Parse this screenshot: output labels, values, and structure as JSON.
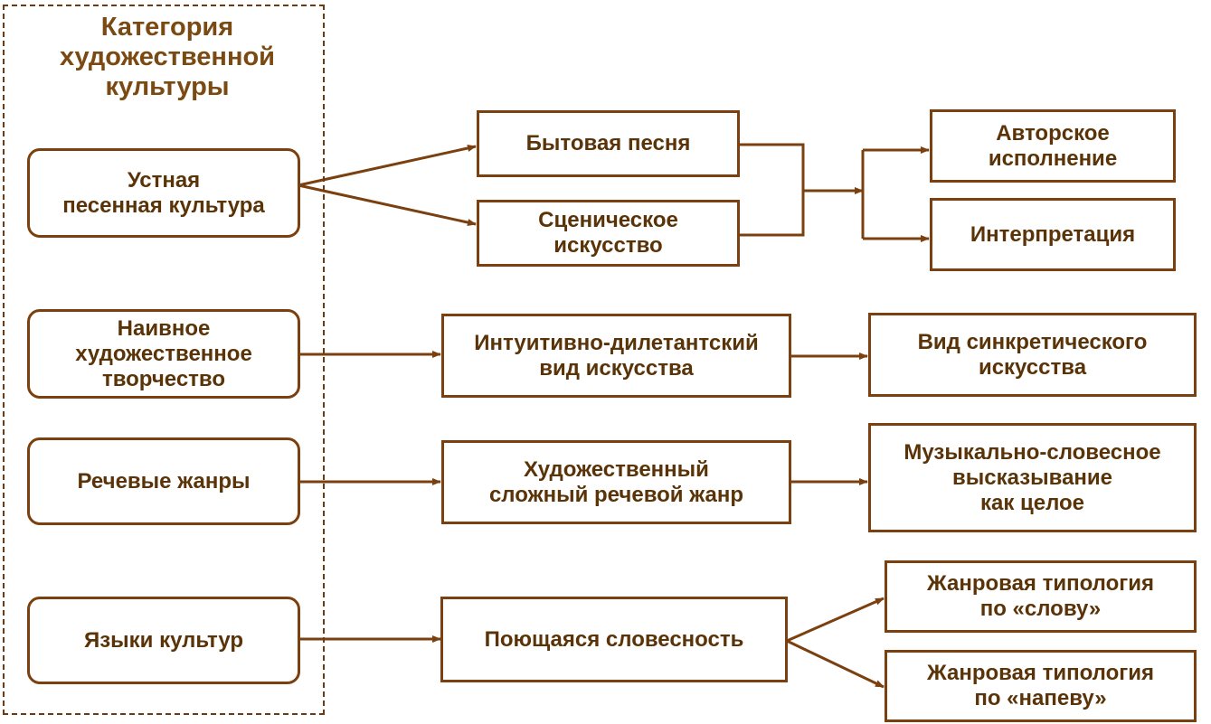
{
  "category_title": "Категория\nхудожественной\nкультуры",
  "left": {
    "oral": "Устная\nпесенная культура",
    "naive": "Наивное\nхудожественное\nтворчество",
    "speech": "Речевые жанры",
    "languages": "Языки культур"
  },
  "middle": {
    "everyday_song": "Бытовая песня",
    "stage_art": "Сценическое\nискусство",
    "intuitive": "Интуитивно-дилетантский\nвид искусства",
    "artistic_genre": "Художественный\nсложный речевой жанр",
    "singing_verbal": "Поющаяся словесность"
  },
  "right": {
    "author_performance": "Авторское\nисполнение",
    "interpretation": "Интерпретация",
    "syncretic": "Вид синкретического\nискусства",
    "musical_verbal": "Музыкально-словесное\nвысказывание\nкак целое",
    "typology_word": "Жанровая типология\nпо «слову»",
    "typology_tune": "Жанровая типология\nпо «напеву»"
  },
  "colors": {
    "border": "#7a4010",
    "text": "#5a3408",
    "arrow": "#7a4010"
  }
}
